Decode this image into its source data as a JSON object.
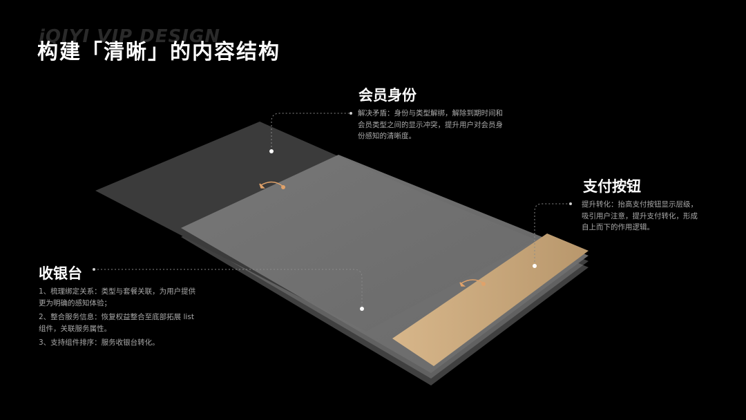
{
  "watermark": "iQIYI VIP DESIGN",
  "title": "构建「清晰」的内容结构",
  "member": {
    "title": "会员身份",
    "desc": "解决矛盾：身份与类型解绑，解除到期时间和会员类型之间的显示冲突，提升用户对会员身份感知的清晰度。",
    "lines": [
      "解决矛盾：身份与类型解绑，解除到期时间和",
      "会员类型之间的显示冲突，提升用户对会员身",
      "份感知的清晰度。"
    ]
  },
  "pay": {
    "title": "支付按钮",
    "lines": [
      "提升转化：抬高支付按钮显示层级，",
      "吸引用户注意，提升支付转化，形成",
      "自上而下的作用逻辑。"
    ]
  },
  "cashier": {
    "title": "收银台",
    "items": [
      [
        "1、梳理绑定关系：类型与套餐关联，为用户提供",
        "更为明确的感知体验；"
      ],
      [
        "2、整合服务信息：恢复权益整合至底部拓展 list",
        "组件，关联服务属性。"
      ],
      [
        "3、支持组件排序：服务收银台转化。"
      ]
    ]
  },
  "colors": {
    "background": "#000000",
    "dark_layer": "#3a3a3a",
    "gray_layer": "#6e6e6e",
    "accent_gold": "#c9a77a",
    "arrow_orange": "#e0a26a"
  },
  "icons": [
    "rotate-arrow-icon",
    "marker-dot-icon"
  ]
}
